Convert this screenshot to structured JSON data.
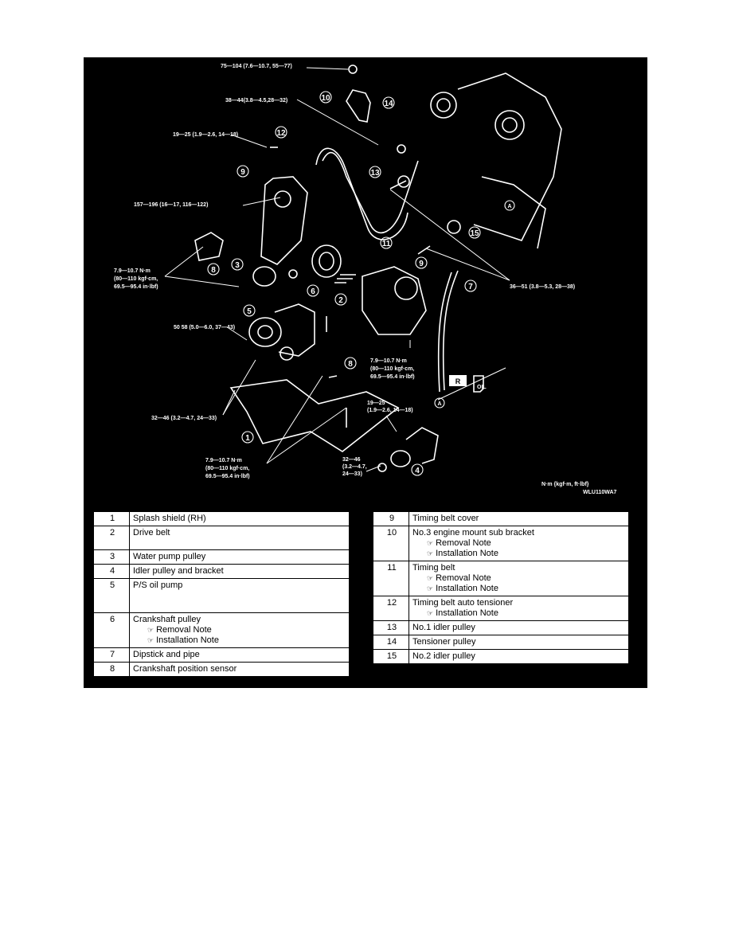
{
  "torque_labels": {
    "t75_104": "75—104 (7.6—10.7, 55—77)",
    "t38_44": "38—44(3.8—4.5,28—32)",
    "t19_25_top": "19—25 (1.9—2.6, 14—18)",
    "t157_196": "157—196 (16—17, 116—122)",
    "t79_l1": "7.9—10.7 N·m",
    "t79_l2": "(80—110 kgf·cm,",
    "t79_l3": "69.5—95.4 in·lbf)",
    "t36_51": "36—51 (3.8—5.3, 28—38)",
    "t50_58": "50  58 (5.0—6.0, 37—43)",
    "t79b_l1": "7.9—10.7 N·m",
    "t79b_l2": "(80—110 kgf·cm,",
    "t79b_l3": "69.5—95.4 in·lbf)",
    "t19_25b_l1": "19—25",
    "t19_25b_l2": "(1.9—2.6, 14—18)",
    "t32_46_left": "32—46 (3.2—4.7, 24—33)",
    "t79c_l1": "7.9—10.7 N·m",
    "t79c_l2": "(80—110 kgf·cm,",
    "t79c_l3": "69.5—95.4 in·lbf)",
    "t32_46b_l1": "32—46",
    "t32_46b_l2": "(3.2—4.7,",
    "t32_46b_l3": "24—33)",
    "units": "N·m {kgf·m, ft·lbf}",
    "figure_code": "WLU110WA7",
    "ref_a": "A",
    "box_r": "R",
    "oil": "OIL"
  },
  "callouts": [
    "1",
    "2",
    "3",
    "4",
    "5",
    "6",
    "7",
    "8",
    "9",
    "10",
    "11",
    "12",
    "13",
    "14",
    "15"
  ],
  "parts_left": [
    {
      "num": "1",
      "name": "Splash shield (RH)",
      "notes": []
    },
    {
      "num": "2",
      "name": "Drive belt",
      "notes": []
    },
    {
      "num": "3",
      "name": "Water pump pulley",
      "notes": []
    },
    {
      "num": "4",
      "name": "Idler pulley and bracket",
      "notes": []
    },
    {
      "num": "5",
      "name": "P/S oil pump",
      "notes": []
    },
    {
      "num": "6",
      "name": "Crankshaft pulley",
      "notes": [
        "Removal Note",
        "Installation Note"
      ]
    },
    {
      "num": "7",
      "name": "Dipstick and pipe",
      "notes": []
    },
    {
      "num": "8",
      "name": "Crankshaft position sensor",
      "notes": []
    }
  ],
  "parts_right": [
    {
      "num": "9",
      "name": "Timing belt cover",
      "notes": []
    },
    {
      "num": "10",
      "name": "No.3 engine mount sub bracket",
      "notes": [
        "Removal Note",
        "Installation Note"
      ]
    },
    {
      "num": "11",
      "name": "Timing belt",
      "notes": [
        "Removal Note",
        "Installation Note"
      ]
    },
    {
      "num": "12",
      "name": "Timing belt auto tensioner",
      "notes": [
        "Installation Note"
      ]
    },
    {
      "num": "13",
      "name": "No.1 idler pulley",
      "notes": []
    },
    {
      "num": "14",
      "name": "Tensioner pulley",
      "notes": []
    },
    {
      "num": "15",
      "name": "No.2 idler pulley",
      "notes": []
    }
  ],
  "note_icon": "☞"
}
